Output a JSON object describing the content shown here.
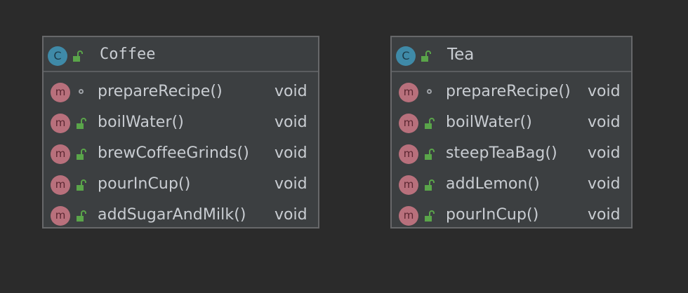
{
  "classes": [
    {
      "name": "Coffee",
      "kind_icon": "class-icon",
      "kind_letter": "C",
      "methods": [
        {
          "name": "prepareRecipe()",
          "type": "void",
          "visibility": "package",
          "icon_letter": "m"
        },
        {
          "name": "boilWater()",
          "type": "void",
          "visibility": "public",
          "icon_letter": "m"
        },
        {
          "name": "brewCoffeeGrinds()",
          "type": "void",
          "visibility": "public",
          "icon_letter": "m"
        },
        {
          "name": "pourInCup()",
          "type": "void",
          "visibility": "public",
          "icon_letter": "m"
        },
        {
          "name": "addSugarAndMilk()",
          "type": "void",
          "visibility": "public",
          "icon_letter": "m"
        }
      ]
    },
    {
      "name": "Tea",
      "kind_icon": "class-icon",
      "kind_letter": "C",
      "methods": [
        {
          "name": "prepareRecipe()",
          "type": "void",
          "visibility": "package",
          "icon_letter": "m"
        },
        {
          "name": "boilWater()",
          "type": "void",
          "visibility": "public",
          "icon_letter": "m"
        },
        {
          "name": "steepTeaBag()",
          "type": "void",
          "visibility": "public",
          "icon_letter": "m"
        },
        {
          "name": "addLemon()",
          "type": "void",
          "visibility": "public",
          "icon_letter": "m"
        },
        {
          "name": "pourInCup()",
          "type": "void",
          "visibility": "public",
          "icon_letter": "m"
        }
      ]
    }
  ],
  "colors": {
    "background": "#2b2b2b",
    "box_fill": "#3c3f41",
    "box_border": "#67686a",
    "class_icon": "#3f8aa8",
    "method_icon": "#b8707c",
    "lock_icon": "#5aa54a",
    "text": "#c9cdd2"
  }
}
